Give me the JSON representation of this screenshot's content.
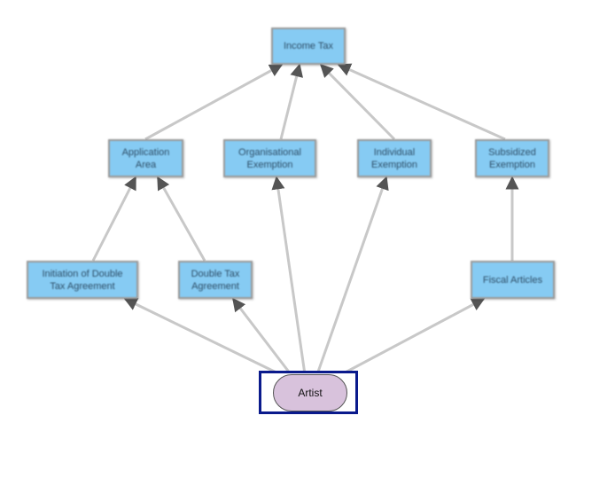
{
  "diagram": {
    "nodes": [
      {
        "id": "income-tax",
        "label": "Income Tax",
        "color": "#86cbf3"
      },
      {
        "id": "application-area",
        "label": "Application\nArea",
        "color": "#86cbf3"
      },
      {
        "id": "organisational-exemption",
        "label": "Organisational\nExemption",
        "color": "#86cbf3"
      },
      {
        "id": "individual-exemption",
        "label": "Individual\nExemption",
        "color": "#86cbf3"
      },
      {
        "id": "subsidized-exemption",
        "label": "Subsidized\nExemption",
        "color": "#86cbf3"
      },
      {
        "id": "initiation-double-tax",
        "label": "Initiation of Double\nTax Agreement",
        "color": "#86cbf3"
      },
      {
        "id": "double-tax-agreement",
        "label": "Double Tax\nAgreement",
        "color": "#86cbf3"
      },
      {
        "id": "fiscal-articles",
        "label": "Fiscal Articles",
        "color": "#86cbf3"
      },
      {
        "id": "artist",
        "label": "Artist",
        "color": "#d8c2dc",
        "selected": true
      }
    ],
    "edges": [
      {
        "from": "application-area",
        "to": "income-tax"
      },
      {
        "from": "organisational-exemption",
        "to": "income-tax"
      },
      {
        "from": "individual-exemption",
        "to": "income-tax"
      },
      {
        "from": "subsidized-exemption",
        "to": "income-tax"
      },
      {
        "from": "initiation-double-tax",
        "to": "application-area"
      },
      {
        "from": "double-tax-agreement",
        "to": "application-area"
      },
      {
        "from": "fiscal-articles",
        "to": "subsidized-exemption"
      },
      {
        "from": "artist",
        "to": "initiation-double-tax"
      },
      {
        "from": "artist",
        "to": "double-tax-agreement"
      },
      {
        "from": "artist",
        "to": "organisational-exemption"
      },
      {
        "from": "artist",
        "to": "individual-exemption"
      },
      {
        "from": "artist",
        "to": "fiscal-articles"
      }
    ],
    "edge_color": "#c8c8c8",
    "selection_color": "#0a1a8c"
  }
}
